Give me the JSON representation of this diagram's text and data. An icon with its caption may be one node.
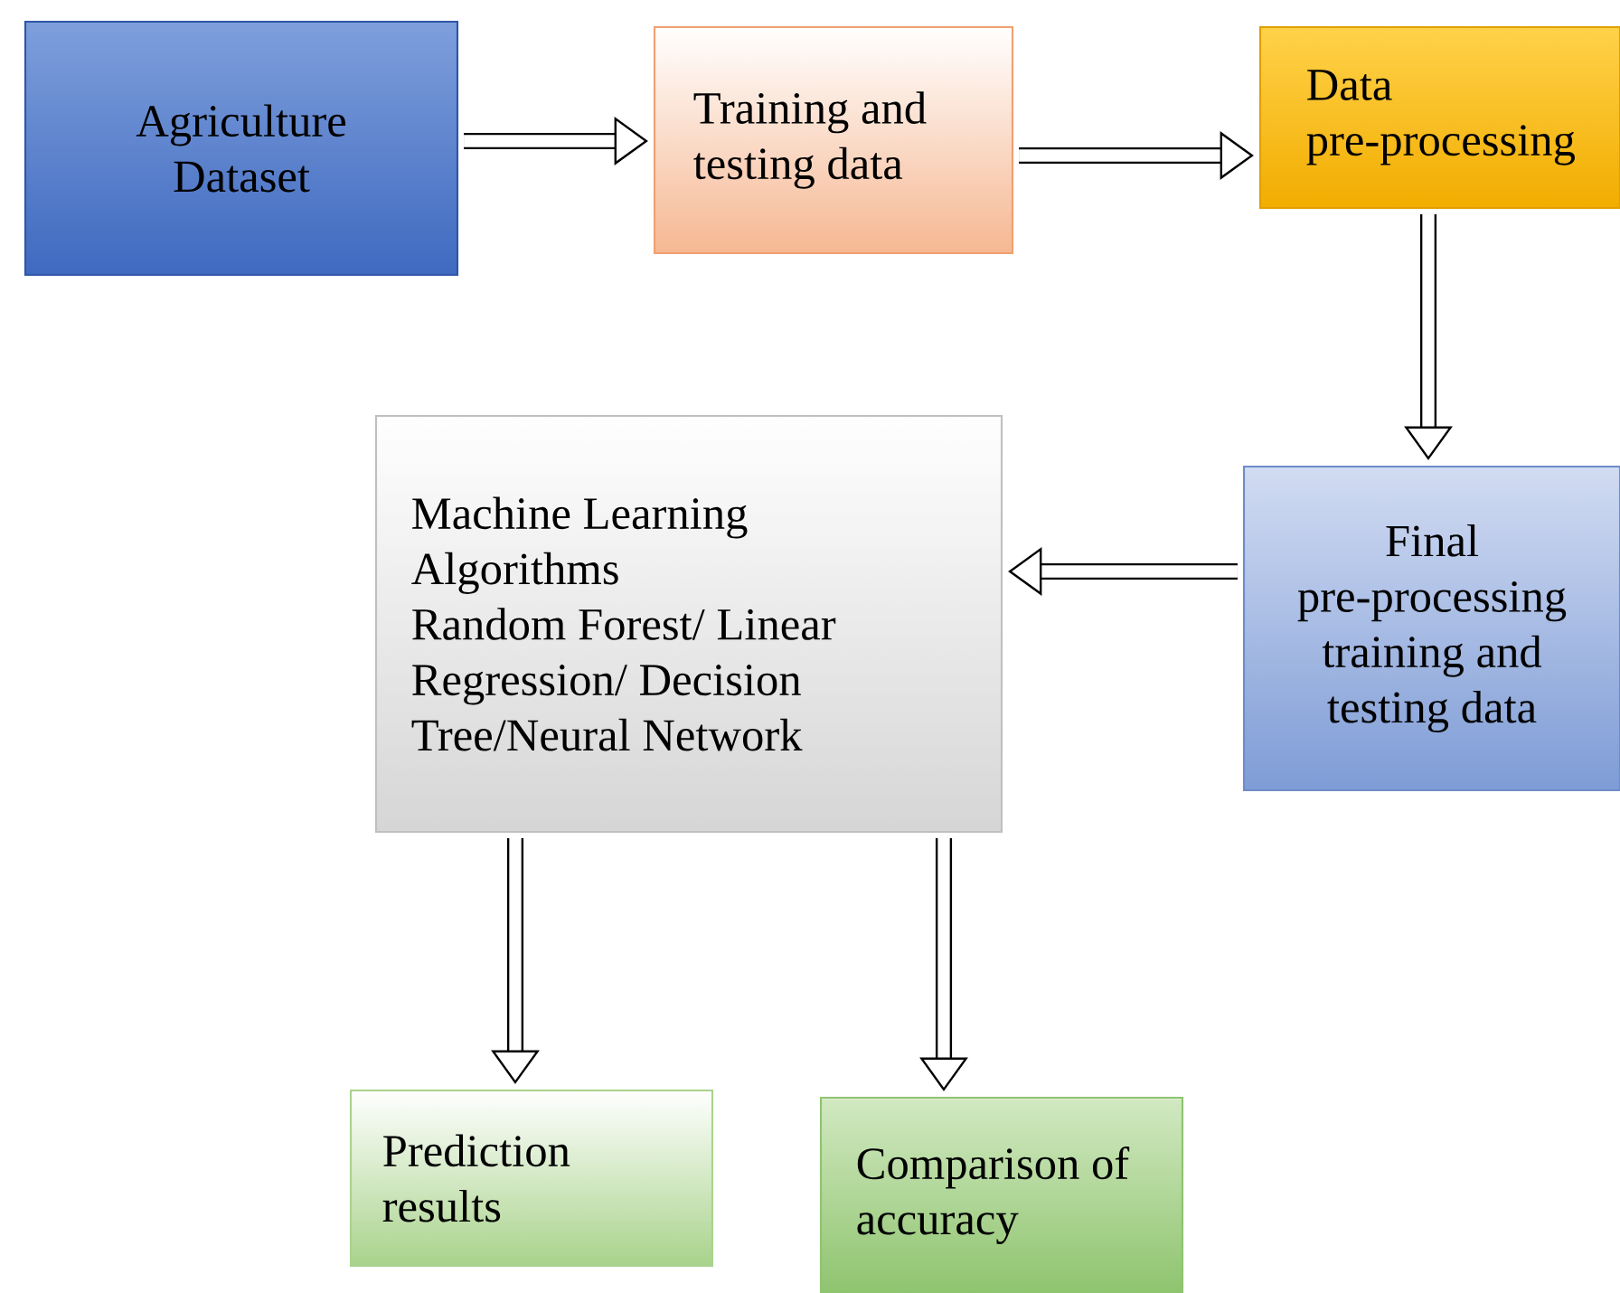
{
  "diagram": {
    "nodes": [
      {
        "text": [
          "Agriculture Dataset"
        ]
      },
      {
        "text": [
          "Training and testing data"
        ]
      },
      {
        "text": [
          "Data pre-processing"
        ]
      },
      {
        "text": [
          "Final pre-processing training and testing data"
        ]
      },
      {
        "text": [
          "Machine Learning Algorithms",
          "Random Forest/ Linear Regression/ Decision Tree/Neural Network"
        ]
      },
      {
        "text": [
          "Prediction results"
        ]
      },
      {
        "text": [
          "Comparison of accuracy"
        ]
      }
    ],
    "edges": [
      {
        "from": 0,
        "to": 1,
        "arrow": "to"
      },
      {
        "from": 1,
        "to": 2,
        "arrow": "to"
      },
      {
        "from": 2,
        "to": 3,
        "arrow": "to"
      },
      {
        "from": 3,
        "to": 4,
        "arrow": "to"
      },
      {
        "from": 4,
        "to": 5,
        "arrow": "to"
      },
      {
        "from": 4,
        "to": 6,
        "arrow": "to"
      }
    ]
  }
}
